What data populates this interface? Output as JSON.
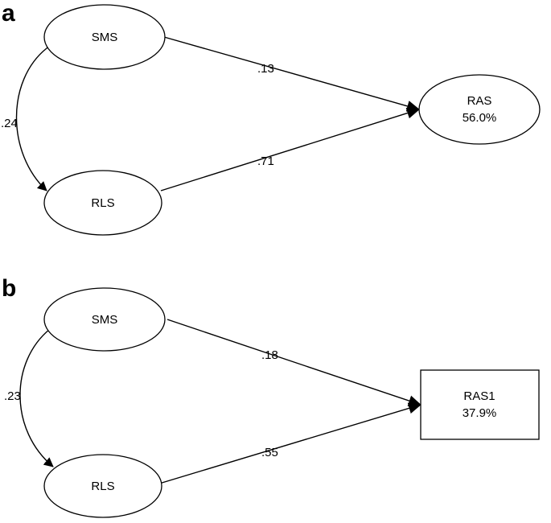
{
  "panels": [
    {
      "letter": "a",
      "predictors": {
        "top": "SMS",
        "bottom": "RLS"
      },
      "outcome": {
        "label": "RAS",
        "value": "56.0%"
      },
      "correlation": ".24",
      "paths": {
        "top": ".13",
        "bottom": ".71"
      }
    },
    {
      "letter": "b",
      "predictors": {
        "top": "SMS",
        "bottom": "RLS"
      },
      "outcome": {
        "label": "RAS1",
        "value": "37.9%"
      },
      "correlation": ".23",
      "paths": {
        "top": ".18",
        "bottom": ".55"
      }
    }
  ]
}
